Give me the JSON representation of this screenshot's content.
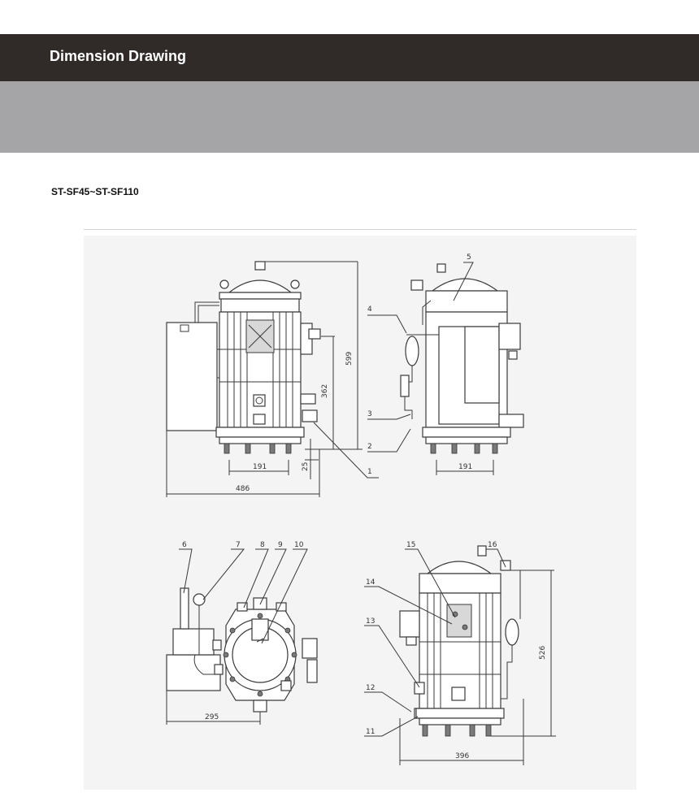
{
  "header": {
    "title": "Dimension Drawing"
  },
  "model": {
    "label": "ST-SF45~ST-SF110"
  },
  "dimensions": {
    "d599": "599",
    "d362": "362",
    "d191a": "191",
    "d191b": "191",
    "d25": "25",
    "d486": "486",
    "d295": "295",
    "d396": "396",
    "d526": "526"
  },
  "callouts": {
    "c1": "1",
    "c2": "2",
    "c3": "3",
    "c4": "4",
    "c5": "5",
    "c6": "6",
    "c7": "7",
    "c8": "8",
    "c9": "9",
    "c10": "10",
    "c11": "11",
    "c12": "12",
    "c13": "13",
    "c14": "14",
    "c15": "15",
    "c16": "16"
  }
}
